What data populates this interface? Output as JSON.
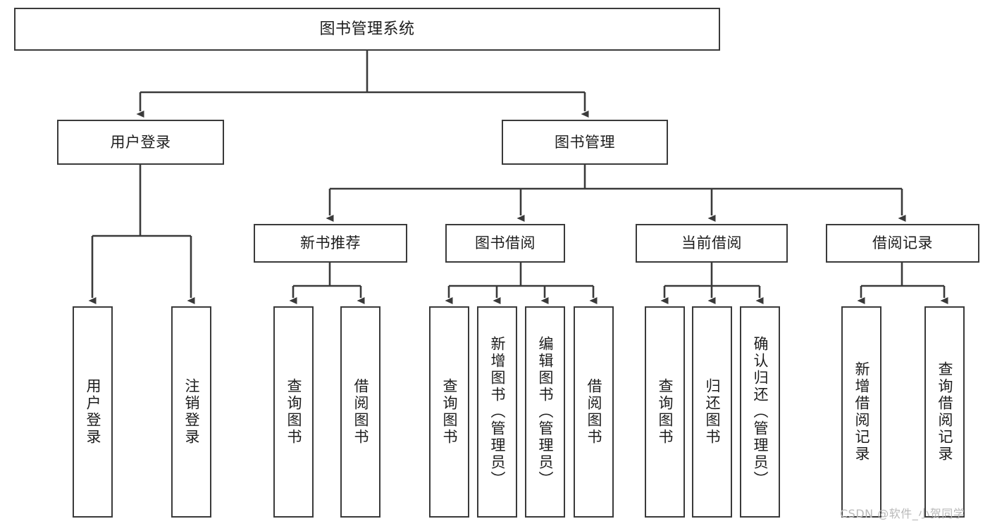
{
  "diagram": {
    "type": "tree",
    "title_node": {
      "label": "图书管理系统"
    },
    "level2": [
      {
        "label": "用户登录"
      },
      {
        "label": "图书管理"
      }
    ],
    "level3": [
      {
        "label": "新书推荐"
      },
      {
        "label": "图书借阅"
      },
      {
        "label": "当前借阅"
      },
      {
        "label": "借阅记录"
      }
    ],
    "leaves": {
      "user_login": [
        {
          "label": "用户登录"
        },
        {
          "label": "注销登录"
        }
      ],
      "new_book_recommend": [
        {
          "label": "查询图书"
        },
        {
          "label": "借阅图书"
        }
      ],
      "book_borrow": [
        {
          "label": "查询图书"
        },
        {
          "label": "新增图书（管理员）"
        },
        {
          "label": "编辑图书（管理员）"
        },
        {
          "label": "借阅图书"
        }
      ],
      "current_borrow": [
        {
          "label": "查询图书"
        },
        {
          "label": "归还图书"
        },
        {
          "label": "确认归还（管理员）"
        }
      ],
      "borrow_record": [
        {
          "label": "新增借阅记录"
        },
        {
          "label": "查询借阅记录"
        }
      ]
    }
  },
  "watermark": {
    "text": "CSDN @软件_小贺同学"
  },
  "colors": {
    "stroke": "#3a3a3a",
    "text": "#1d1d1d",
    "background": "#ffffff",
    "watermark": "#b9b9b9"
  }
}
